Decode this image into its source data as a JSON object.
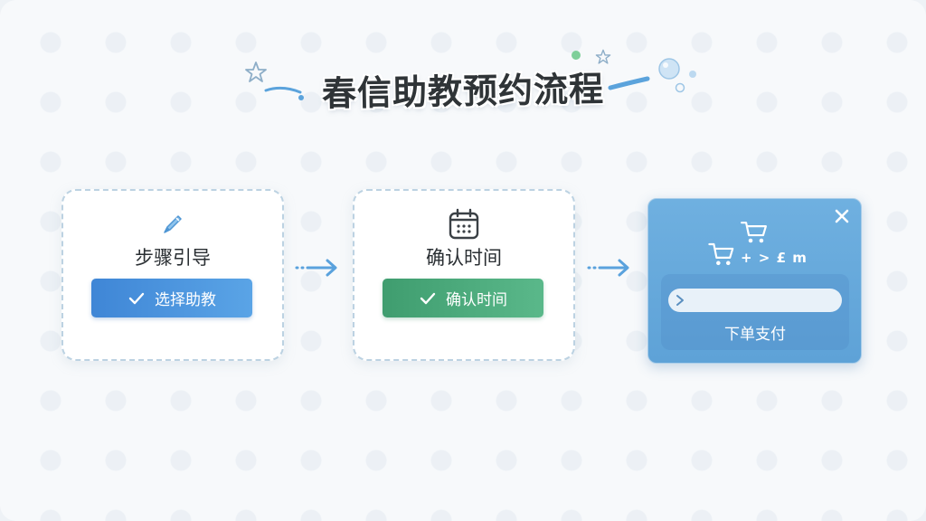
{
  "title": "春信助教预约流程",
  "steps": [
    {
      "label": "步骤引导",
      "button_label": "选择助教",
      "icon": "pen-icon"
    },
    {
      "label": "确认时间",
      "button_label": "确认时间",
      "icon": "calendar-icon"
    }
  ],
  "payment": {
    "icons_text": "+ > £ m",
    "input_value": "",
    "action_label": "下单支付"
  },
  "colors": {
    "accent_blue": "#4a93dd",
    "accent_green": "#4aa97b",
    "payment_panel": "#68aadc"
  }
}
